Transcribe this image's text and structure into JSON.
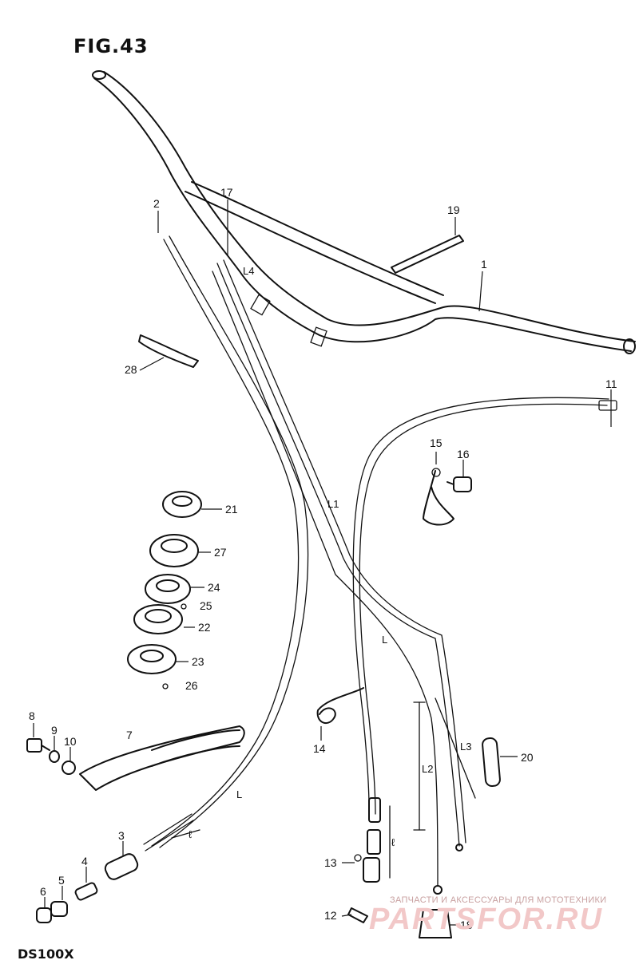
{
  "title": "FIG.43",
  "model": "DS100X",
  "watermark": {
    "tagline": "ЗАПЧАСТИ И АКСЕССУАРЫ ДЛЯ МОТОТЕХНИКИ",
    "logo": "PARTSFOR.RU"
  },
  "callouts": [
    "1",
    "2",
    "3",
    "4",
    "5",
    "6",
    "7",
    "8",
    "9",
    "10",
    "11",
    "12",
    "13",
    "14",
    "15",
    "16",
    "17",
    "18",
    "19",
    "20",
    "21",
    "22",
    "23",
    "24",
    "25",
    "26",
    "27",
    "28"
  ],
  "dimension_labels": [
    "L4",
    "L1",
    "L",
    "L",
    "L2",
    "L3",
    "ℓ",
    "ℓ"
  ]
}
